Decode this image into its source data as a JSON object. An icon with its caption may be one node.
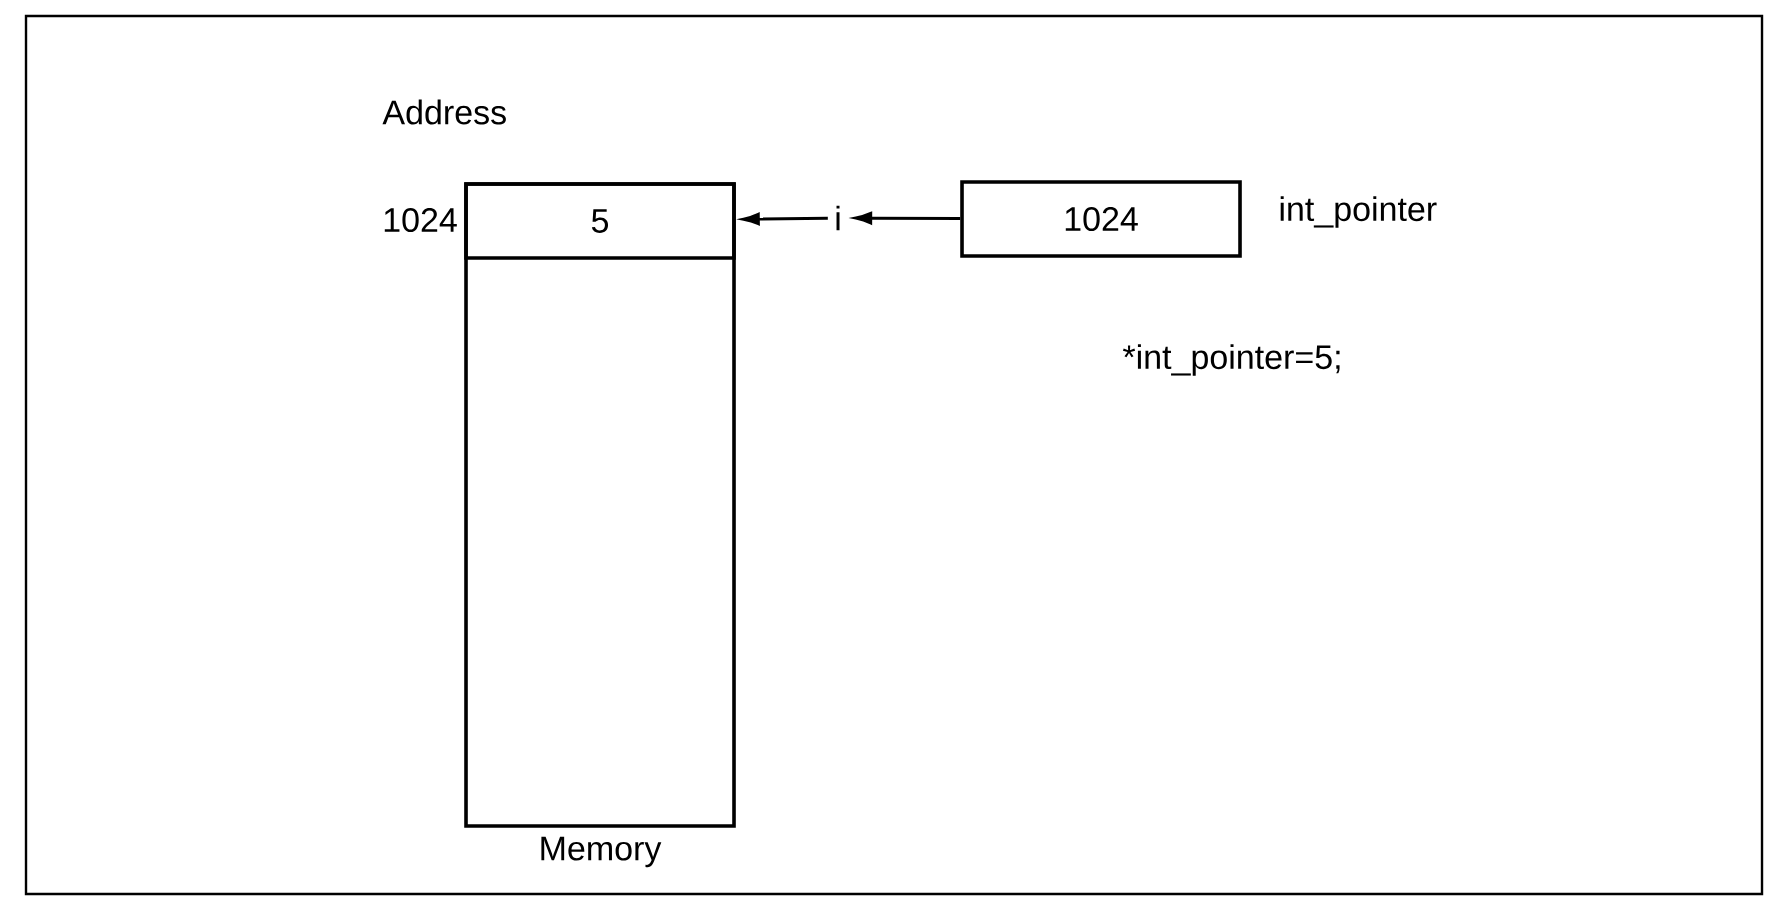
{
  "diagram": {
    "nodes": [
      {
        "text": [],
        "shape": "box",
        "beside": [
          "Memory"
        ]
      },
      {
        "text": [
          "5"
        ],
        "in": 0,
        "beside": [
          "1024"
        ]
      },
      {
        "text": [
          "i"
        ]
      },
      {
        "text": [
          "1024"
        ],
        "beside": [
          "int_pointer"
        ]
      }
    ],
    "edges": [
      {
        "from": 3,
        "to": 2,
        "arrow": "to"
      },
      {
        "from": 2,
        "to": 1,
        "arrow": "to"
      }
    ],
    "labels": [
      "Address",
      "*int_pointer=5;"
    ]
  }
}
